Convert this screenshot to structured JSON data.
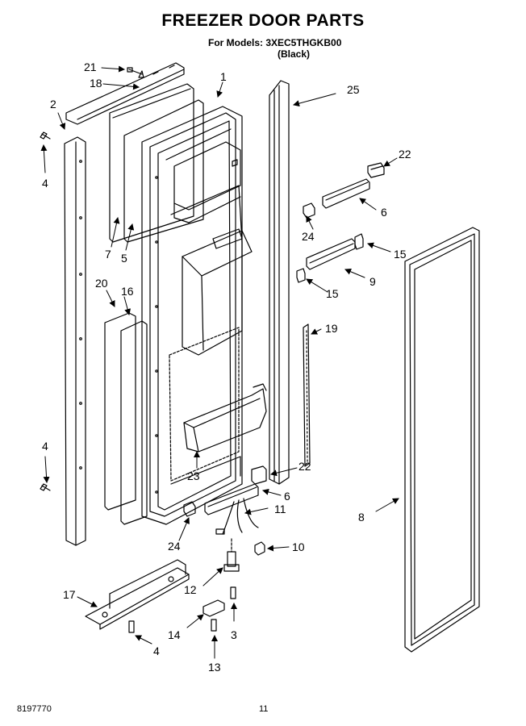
{
  "header": {
    "title": "FREEZER DOOR PARTS",
    "models_line": "For Models: 3XEC5THGKB00",
    "color_line": "(Black)"
  },
  "footer": {
    "doc_number": "8197770",
    "page_number": "11"
  },
  "callouts": {
    "c1": "1",
    "c2": "2",
    "c3": "3",
    "c4a": "4",
    "c4b": "4",
    "c4c": "4",
    "c5": "5",
    "c6a": "6",
    "c6b": "6",
    "c7": "7",
    "c8": "8",
    "c9": "9",
    "c10": "10",
    "c11": "11",
    "c12": "12",
    "c13": "13",
    "c14": "14",
    "c15a": "15",
    "c15b": "15",
    "c16": "16",
    "c17": "17",
    "c18": "18",
    "c19": "19",
    "c20": "20",
    "c21": "21",
    "c22a": "22",
    "c22b": "22",
    "c23": "23",
    "c24a": "24",
    "c24b": "24",
    "c25": "25"
  }
}
